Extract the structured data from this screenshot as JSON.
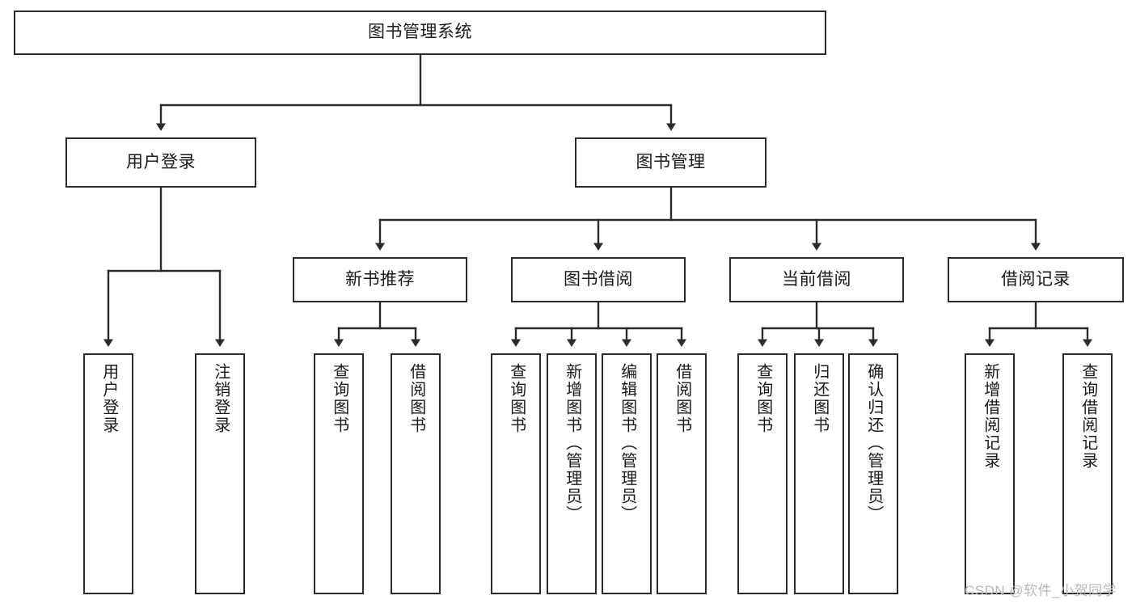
{
  "diagram": {
    "title": "图书管理系统",
    "type": "tree-diagram",
    "root": {
      "label": "图书管理系统"
    },
    "level2": [
      {
        "label": "用户登录"
      },
      {
        "label": "图书管理"
      }
    ],
    "level3": [
      {
        "label": "新书推荐"
      },
      {
        "label": "图书借阅"
      },
      {
        "label": "当前借阅"
      },
      {
        "label": "借阅记录"
      }
    ],
    "leaves": {
      "user_login": [
        {
          "label": "用户登录"
        },
        {
          "label": "注销登录"
        }
      ],
      "new_book_recommend": [
        {
          "label": "查询图书"
        },
        {
          "label": "借阅图书"
        }
      ],
      "book_borrow": [
        {
          "label": "查询图书"
        },
        {
          "label": "新增图书（管理员）"
        },
        {
          "label": "编辑图书（管理员）"
        },
        {
          "label": "借阅图书"
        }
      ],
      "current_borrow": [
        {
          "label": "查询图书"
        },
        {
          "label": "归还图书"
        },
        {
          "label": "确认归还（管理员）"
        }
      ],
      "borrow_record": [
        {
          "label": "新增借阅记录"
        },
        {
          "label": "查询借阅记录"
        }
      ]
    }
  },
  "watermark": {
    "text": "CSDN @软件_小贺同学"
  },
  "colors": {
    "stroke": "#2b2b2b",
    "text": "#1a1a1a",
    "background": "#ffffff",
    "watermark": "#b9b9b9"
  }
}
